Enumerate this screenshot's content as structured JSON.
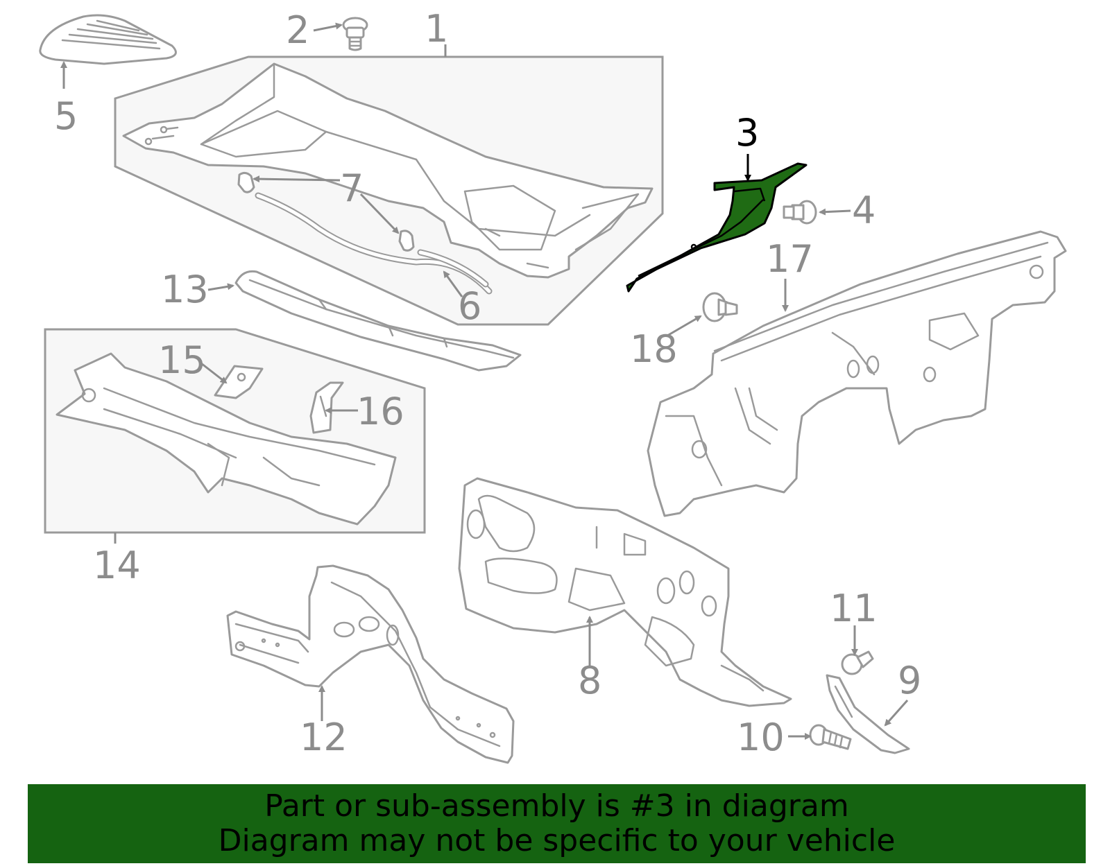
{
  "callouts": {
    "c1": "1",
    "c2": "2",
    "c3": "3",
    "c4": "4",
    "c5": "5",
    "c6": "6",
    "c7": "7",
    "c8": "8",
    "c9": "9",
    "c10": "10",
    "c11": "11",
    "c12": "12",
    "c13": "13",
    "c14": "14",
    "c15": "15",
    "c16": "16",
    "c17": "17",
    "c18": "18"
  },
  "highlighted_part": "3",
  "banner": {
    "line1": "Part or sub-assembly is #3 in diagram",
    "line2": "Diagram may not be specific to your vehicle"
  },
  "colors": {
    "highlight": "#1f6b14",
    "banner_bg": "#156311",
    "line": "#9a9a9a"
  }
}
